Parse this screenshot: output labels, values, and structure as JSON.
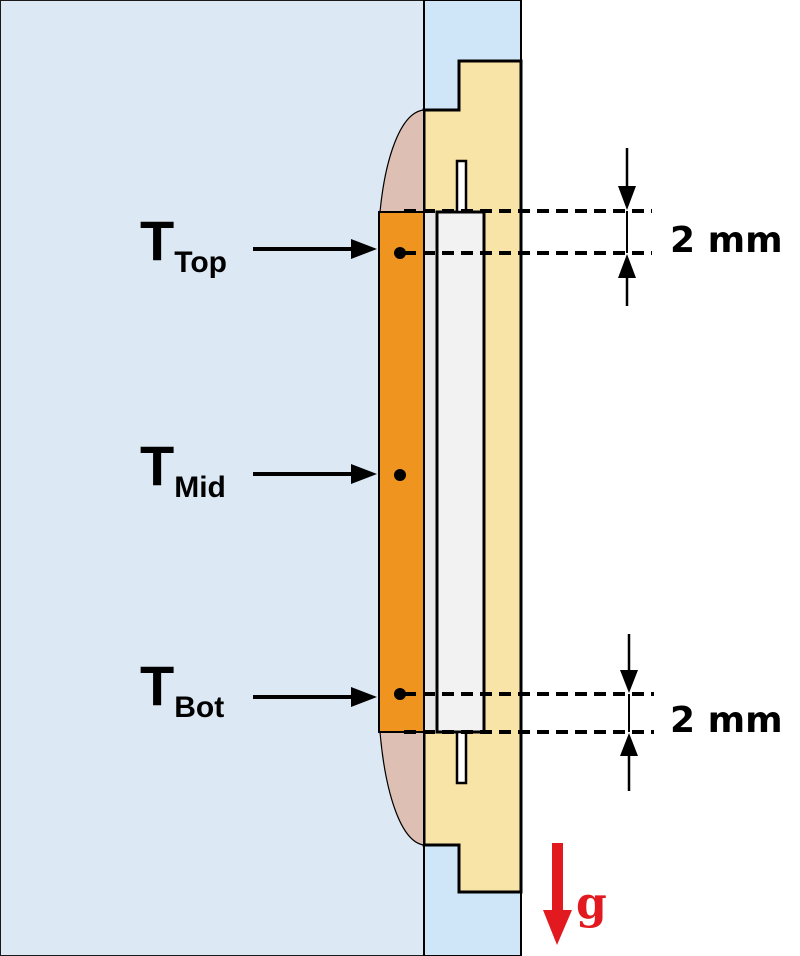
{
  "diagram": {
    "type": "schematic cross-section",
    "colors": {
      "fluid_bath": "#dce8f4",
      "outer_wall": "#cfe6f8",
      "holder": "#f8e4a6",
      "heater": "#ef951f",
      "meniscus": "#ddbfb3",
      "insulator_gap": "#e8e8e8",
      "backing_plate": "#f2f2f2",
      "outline": "#000000",
      "gravity": "#e2191f"
    },
    "labels": {
      "top": {
        "main": "T",
        "sub": "Top"
      },
      "mid": {
        "main": "T",
        "sub": "Mid"
      },
      "bot": {
        "main": "T",
        "sub": "Bot"
      }
    },
    "dimensions": {
      "top": "2 mm",
      "bottom": "2 mm"
    },
    "gravity": {
      "label": "g"
    }
  }
}
